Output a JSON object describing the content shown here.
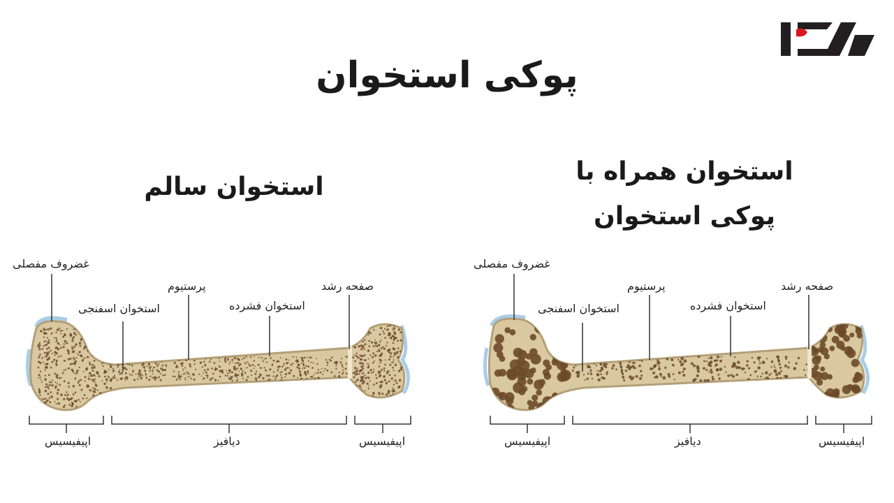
{
  "main_title": "پوکی استخوان",
  "logo": {
    "icon": "rokna-logo",
    "accent": "#d71920",
    "dark": "#231f20"
  },
  "left_panel": {
    "title": "استخوان سالم",
    "labels": {
      "cartilage": "غضروف مفصلی",
      "spongy": "استخوان اسفنجی",
      "periosteum": "پرستیوم",
      "compact": "استخوان فشرده",
      "growth_plate": "صفحه رشد",
      "epiphysis_left": "اپیفیسیس",
      "diaphysis": "دیافیز",
      "epiphysis_right": "اپیفیسیس"
    }
  },
  "right_panel": {
    "title_line1": "استخوان همراه با",
    "title_line2": "پوکی استخوان",
    "labels": {
      "cartilage": "غضروف مفصلی",
      "spongy": "استخوان اسفنجی",
      "periosteum": "پرستیوم",
      "compact": "استخوان فشرده",
      "growth_plate": "صفحه رشد",
      "epiphysis_left": "اپیفیسیس",
      "diaphysis": "دیافیز",
      "epiphysis_right": "اپیفیسیس"
    }
  },
  "colors": {
    "bone": "#d9c8a0",
    "bone_edge": "#b3a078",
    "pore": "#6b4a2a",
    "cartilage": "#a9cde6"
  }
}
